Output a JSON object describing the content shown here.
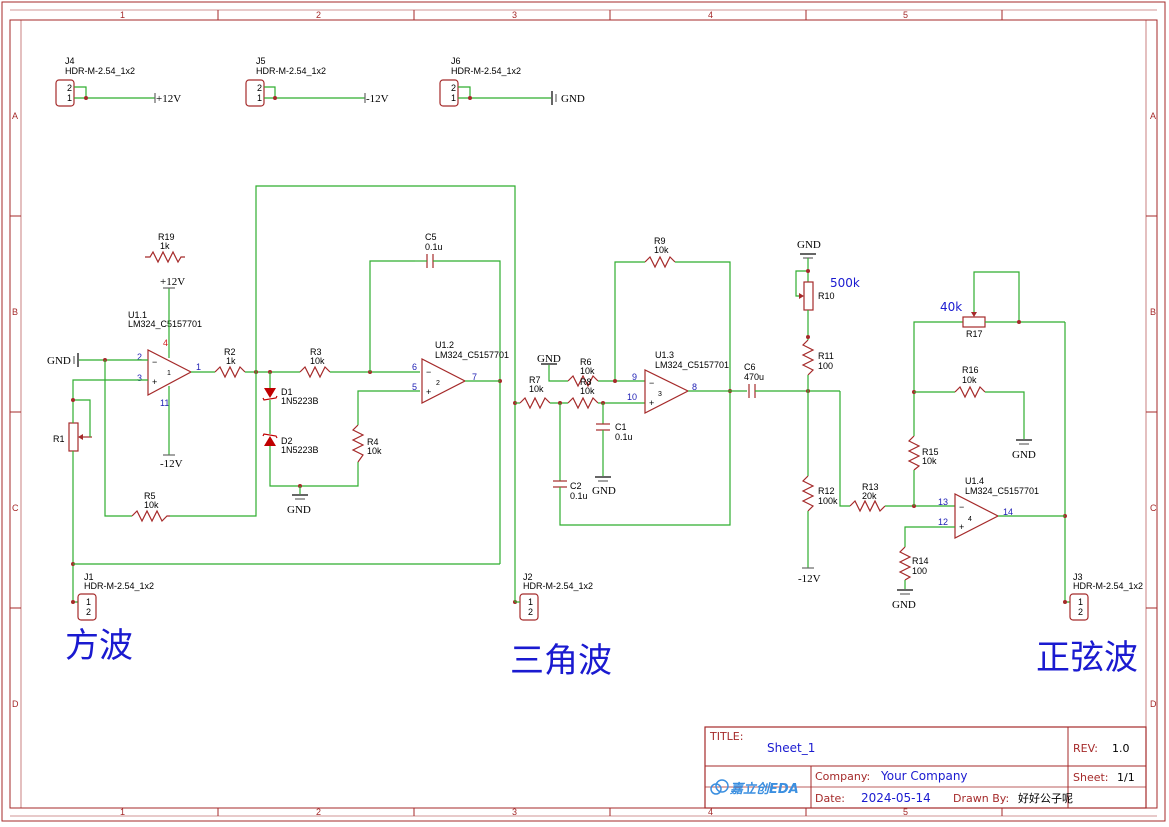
{
  "sheet": {
    "columns": [
      "1",
      "2",
      "3",
      "4",
      "5"
    ],
    "rows": [
      "A",
      "B",
      "C",
      "D"
    ]
  },
  "components": {
    "J4": {
      "ref": "J4",
      "value": "HDR-M-2.54_1x2",
      "pin2": "2",
      "pin1": "1",
      "net": "+12V"
    },
    "J5": {
      "ref": "J5",
      "value": "HDR-M-2.54_1x2",
      "pin2": "2",
      "pin1": "1",
      "net": "-12V"
    },
    "J6": {
      "ref": "J6",
      "value": "HDR-M-2.54_1x2",
      "pin2": "2",
      "pin1": "1",
      "net": "GND"
    },
    "R19": {
      "ref": "R19",
      "value": "1k"
    },
    "U1_1": {
      "ref": "U1.1",
      "value": "LM324_C5157701",
      "p_out": "1",
      "p_neg": "2",
      "p_pos": "3",
      "p_vcc": "4",
      "p_vee": "11",
      "unit": "1"
    },
    "U1_2": {
      "ref": "U1.2",
      "value": "LM324_C5157701",
      "p_out": "7",
      "p_neg": "6",
      "p_pos": "5",
      "unit": "2"
    },
    "U1_3": {
      "ref": "U1.3",
      "value": "LM324_C5157701",
      "p_out": "8",
      "p_neg": "9",
      "p_pos": "10",
      "unit": "3"
    },
    "U1_4": {
      "ref": "U1.4",
      "value": "LM324_C5157701",
      "p_out": "14",
      "p_neg": "13",
      "p_pos": "12",
      "unit": "4"
    },
    "R1": {
      "ref": "R1"
    },
    "R2": {
      "ref": "R2",
      "value": "1k"
    },
    "R3": {
      "ref": "R3",
      "value": "10k"
    },
    "R4": {
      "ref": "R4",
      "value": "10k"
    },
    "R5": {
      "ref": "R5",
      "value": "10k"
    },
    "R6": {
      "ref": "R6",
      "value": "10k"
    },
    "R7": {
      "ref": "R7",
      "value": "10k"
    },
    "R8": {
      "ref": "R8",
      "value": "10k"
    },
    "R9": {
      "ref": "R9",
      "value": "10k"
    },
    "R10": {
      "ref": "R10",
      "note": "500k"
    },
    "R11": {
      "ref": "R11",
      "value": "100"
    },
    "R12": {
      "ref": "R12",
      "value": "100k"
    },
    "R13": {
      "ref": "R13",
      "value": "20k"
    },
    "R14": {
      "ref": "R14",
      "value": "100"
    },
    "R15": {
      "ref": "R15",
      "value": "10k"
    },
    "R16": {
      "ref": "R16",
      "value": "10k"
    },
    "R17": {
      "ref": "R17",
      "note": "40k"
    },
    "D1": {
      "ref": "D1",
      "value": "1N5223B"
    },
    "D2": {
      "ref": "D2",
      "value": "1N5223B"
    },
    "C1": {
      "ref": "C1",
      "value": "0.1u"
    },
    "C2": {
      "ref": "C2",
      "value": "0.1u"
    },
    "C5": {
      "ref": "C5",
      "value": "0.1u"
    },
    "C6": {
      "ref": "C6",
      "value": "470u"
    },
    "J1": {
      "ref": "J1",
      "value": "HDR-M-2.54_1x2",
      "pin1": "1",
      "pin2": "2"
    },
    "J2": {
      "ref": "J2",
      "value": "HDR-M-2.54_1x2",
      "pin1": "1",
      "pin2": "2"
    },
    "J3": {
      "ref": "J3",
      "value": "HDR-M-2.54_1x2",
      "pin1": "1",
      "pin2": "2"
    }
  },
  "nets": {
    "plus12": "+12V",
    "minus12": "-12V",
    "gnd": "GND"
  },
  "waves": {
    "square": "方波",
    "triangle": "三角波",
    "sine": "正弦波"
  },
  "titleblock": {
    "title_label": "TITLE:",
    "title": "Sheet_1",
    "rev_label": "REV:",
    "rev": "1.0",
    "company_label": "Company:",
    "company": "Your Company",
    "sheet_label": "Sheet:",
    "sheet": "1/1",
    "date_label": "Date:",
    "date": "2024-05-14",
    "drawn_label": "Drawn By:",
    "drawn": "好好公子呢",
    "logo": "嘉立创EDA"
  },
  "colors": {
    "frame": "#a52a2a",
    "wire": "#2fae2f",
    "note": "#1a1ad0",
    "pin": "#1e1eb4"
  }
}
